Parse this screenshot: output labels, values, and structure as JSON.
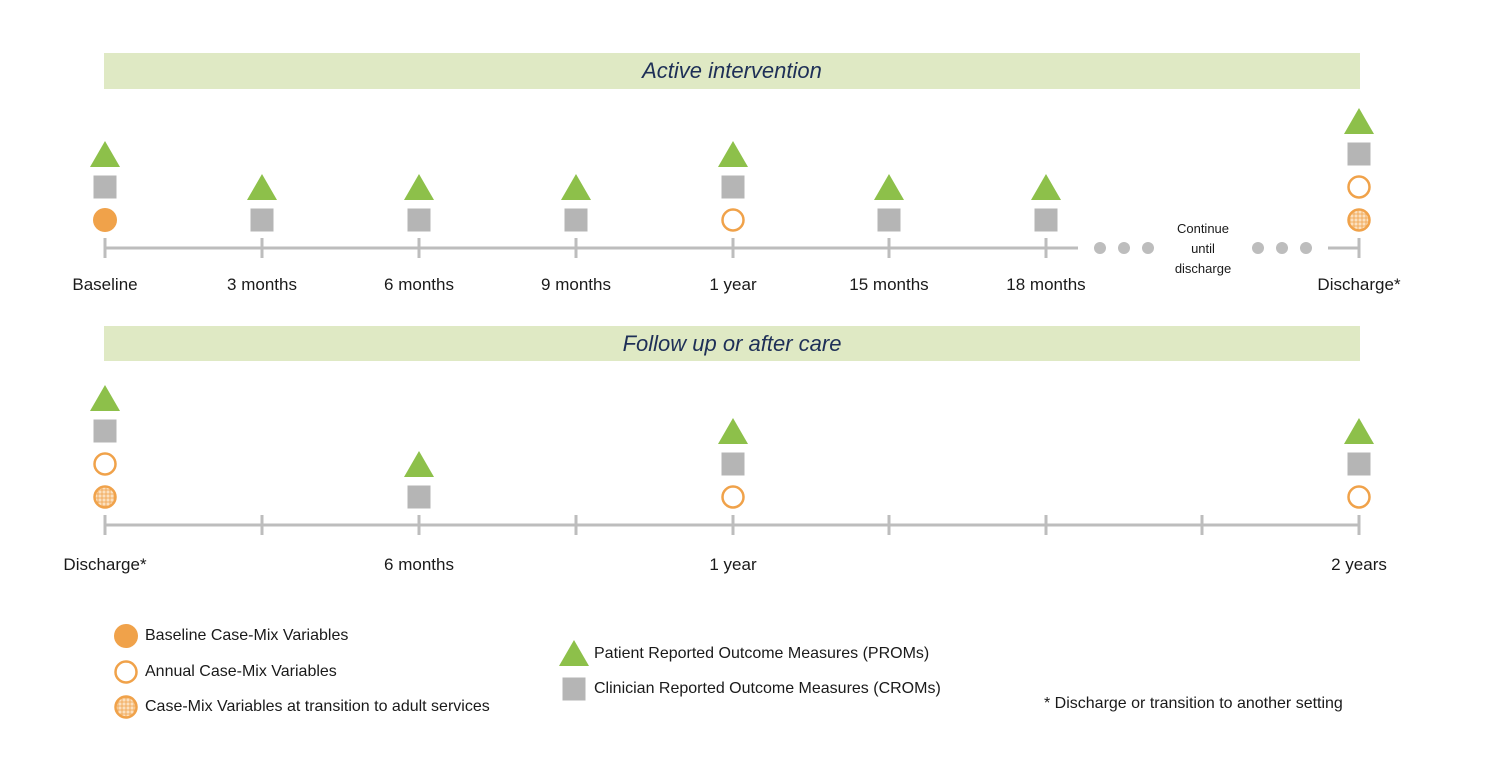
{
  "sections": {
    "active_title": "Active intervention",
    "followup_title": "Follow up or after care"
  },
  "active_timeline": {
    "points": [
      {
        "label": "Baseline",
        "markers": [
          "triangle",
          "square",
          "circle-filled"
        ]
      },
      {
        "label": "3 months",
        "markers": [
          "triangle",
          "square"
        ]
      },
      {
        "label": "6 months",
        "markers": [
          "triangle",
          "square"
        ]
      },
      {
        "label": "9 months",
        "markers": [
          "triangle",
          "square"
        ]
      },
      {
        "label": "1 year",
        "markers": [
          "triangle",
          "square",
          "circle-open"
        ]
      },
      {
        "label": "15 months",
        "markers": [
          "triangle",
          "square"
        ]
      },
      {
        "label": "18 months",
        "markers": [
          "triangle",
          "square"
        ]
      },
      {
        "label": "Discharge*",
        "markers": [
          "triangle",
          "square",
          "circle-open",
          "circle-hatched"
        ]
      }
    ],
    "continue_text": [
      "Continue",
      "until",
      "discharge"
    ]
  },
  "followup_timeline": {
    "points": [
      {
        "label": "Discharge*",
        "markers": [
          "triangle",
          "square",
          "circle-open",
          "circle-hatched"
        ]
      },
      {
        "label": "",
        "markers": []
      },
      {
        "label": "6 months",
        "markers": [
          "triangle",
          "square"
        ]
      },
      {
        "label": "",
        "markers": []
      },
      {
        "label": "1 year",
        "markers": [
          "triangle",
          "square",
          "circle-open"
        ]
      },
      {
        "label": "",
        "markers": []
      },
      {
        "label": "",
        "markers": []
      },
      {
        "label": "",
        "markers": []
      },
      {
        "label": "2 years",
        "markers": [
          "triangle",
          "square",
          "circle-open"
        ]
      }
    ]
  },
  "legend": {
    "baseline": "Baseline Case-Mix Variables",
    "annual": "Annual Case-Mix Variables",
    "transition": "Case-Mix Variables at transition to adult services",
    "proms": "Patient Reported Outcome Measures (PROMs)",
    "croms": "Clinician Reported Outcome Measures (CROMs)",
    "footnote": "* Discharge or transition to another setting"
  },
  "colors": {
    "band": "#dfe9c4",
    "band_text": "#1e2f57",
    "triangle": "#8dc04a",
    "square": "#b5b5b5",
    "circle": "#f0a24a",
    "axis": "#bdbdbd"
  }
}
